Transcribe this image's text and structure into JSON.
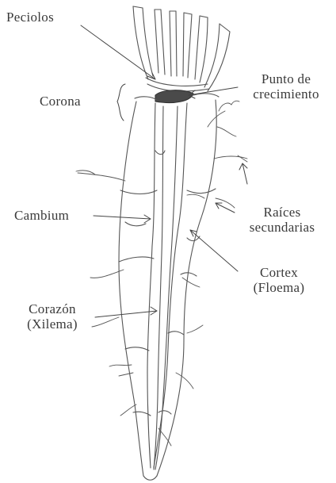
{
  "diagram": {
    "labels": {
      "peciolos": "Peciolos",
      "corona": "Corona",
      "punto_line1": "Punto de",
      "punto_line2": "crecimiento",
      "cambium": "Cambium",
      "raices_line1": "Raíces",
      "raices_line2": "secundarias",
      "cortex_line1": "Cortex",
      "cortex_line2": "(Floema)",
      "corazon_line1": "Corazón",
      "corazon_line2": "(Xilema)"
    }
  }
}
